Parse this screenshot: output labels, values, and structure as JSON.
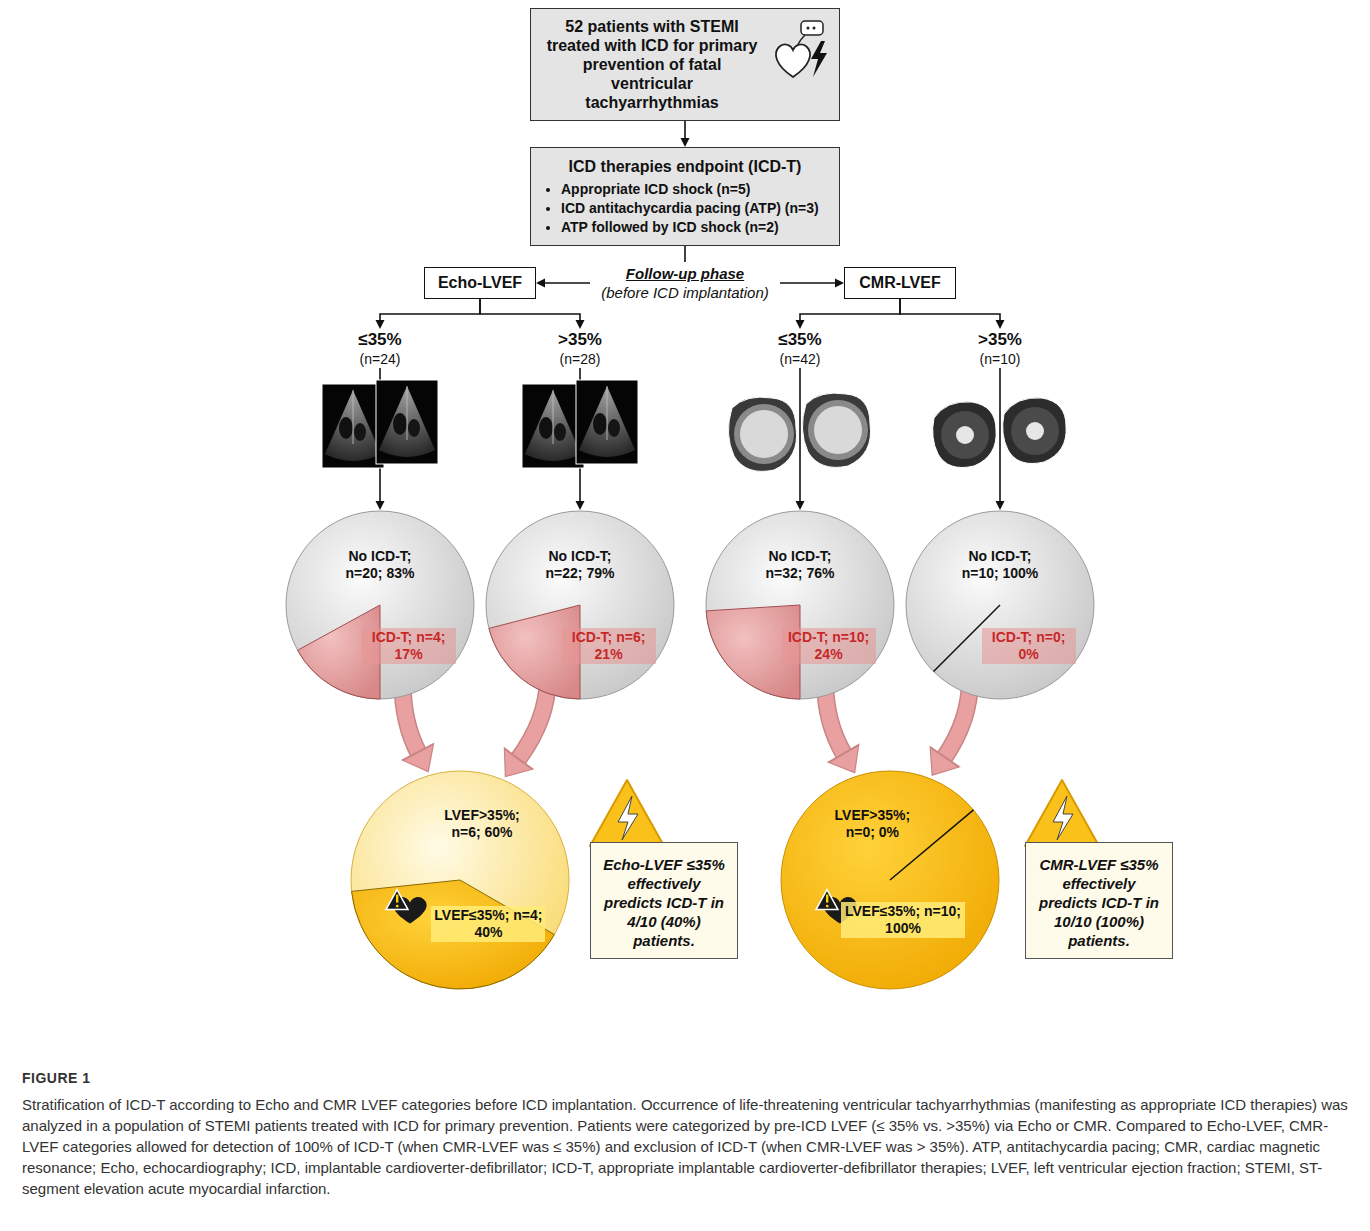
{
  "diagram": {
    "caption": "Stratification of ICD-T according to Echo and CMR LVEF categories before ICD implantation. Occurrence of life-threatening ventricular tachyarrhythmias (manifesting as appropriate ICD therapies) was analyzed in a population of STEMI patients treated with ICD for primary prevention. Patients were categorized by pre-ICD LVEF (≤ 35% vs. >35%) via Echo or CMR. Compared to Echo-LVEF, CMR-LVEF categories allowed for detection of 100% of ICD-T (when CMR-LVEF was ≤ 35%) and exclusion of ICD-T (when CMR-LVEF was > 35%). ATP, antitachycardia pacing; CMR, cardiac magnetic resonance; Echo, echocardiography; ICD, implantable cardioverter-defibrillator; ICD-T, appropriate implantable cardioverter-defibrillator therapies; LVEF, left ventricular ejection fraction; STEMI, ST-segment elevation acute myocardial infarction.",
    "nodes": [
      {
        "text": [
          "52 patients with STEMI treated with ICD for primary prevention of fatal ventricular tachyarrhythmias"
        ]
      },
      {
        "text": [
          "ICD therapies endpoint (ICD-T)",
          "Appropriate ICD shock (n=5)",
          "ICD antitachycardia pacing (ATP) (n=3)",
          "ATP followed by ICD shock (n=2)"
        ]
      },
      {
        "text": [
          "Follow-up phase",
          "(before ICD implantation)"
        ]
      },
      {
        "text": [
          "Echo-LVEF"
        ]
      },
      {
        "text": [
          "CMR-LVEF"
        ]
      },
      {
        "text": [
          "≤35%",
          "(n=24)"
        ]
      },
      {
        "text": [
          ">35%",
          "(n=28)"
        ]
      },
      {
        "text": [
          "≤35%",
          "(n=42)"
        ]
      },
      {
        "text": [
          ">35%",
          "(n=10)"
        ]
      },
      {
        "text": [
          "No ICD-T; n=20; 83%",
          "ICD-T; n=4; 17%"
        ]
      },
      {
        "text": [
          "No ICD-T; n=22; 79%",
          "ICD-T; n=6; 21%"
        ]
      },
      {
        "text": [
          "No ICD-T; n=32; 76%",
          "ICD-T; n=10; 24%"
        ]
      },
      {
        "text": [
          "No ICD-T; n=10; 100%",
          "ICD-T; n=0; 0%"
        ]
      },
      {
        "text": [
          "LVEF>35%; n=6; 60%",
          "LVEF≤35%; n=4; 40%"
        ]
      },
      {
        "text": [
          "Echo-LVEF ≤35% effectively predicts ICD-T in 4/10 (40%) patients."
        ]
      },
      {
        "text": [
          "LVEF>35%; n=0; 0%",
          "LVEF≤35%; n=10; 100%"
        ]
      },
      {
        "text": [
          "CMR-LVEF ≤35% effectively predicts ICD-T in 10/10 (100%) patients."
        ]
      }
    ],
    "edges": [
      {
        "from": 0,
        "to": 1,
        "arrow": "to"
      },
      {
        "from": 1,
        "to": 2,
        "arrow": "none"
      },
      {
        "from": 2,
        "to": 3,
        "arrow": "to"
      },
      {
        "from": 2,
        "to": 4,
        "arrow": "to"
      },
      {
        "from": 3,
        "to": 5,
        "arrow": "to"
      },
      {
        "from": 3,
        "to": 6,
        "arrow": "to"
      },
      {
        "from": 4,
        "to": 7,
        "arrow": "to"
      },
      {
        "from": 4,
        "to": 8,
        "arrow": "to"
      },
      {
        "from": 5,
        "to": 9,
        "arrow": "to"
      },
      {
        "from": 6,
        "to": 10,
        "arrow": "to"
      },
      {
        "from": 7,
        "to": 11,
        "arrow": "to"
      },
      {
        "from": 8,
        "to": 12,
        "arrow": "to"
      },
      {
        "from": 9,
        "to": 13,
        "arrow": "to"
      },
      {
        "from": 10,
        "to": 13,
        "arrow": "to"
      },
      {
        "from": 11,
        "to": 15,
        "arrow": "to"
      },
      {
        "from": 12,
        "to": 15,
        "arrow": "to"
      }
    ],
    "labels": [
      "FIGURE 1"
    ]
  }
}
